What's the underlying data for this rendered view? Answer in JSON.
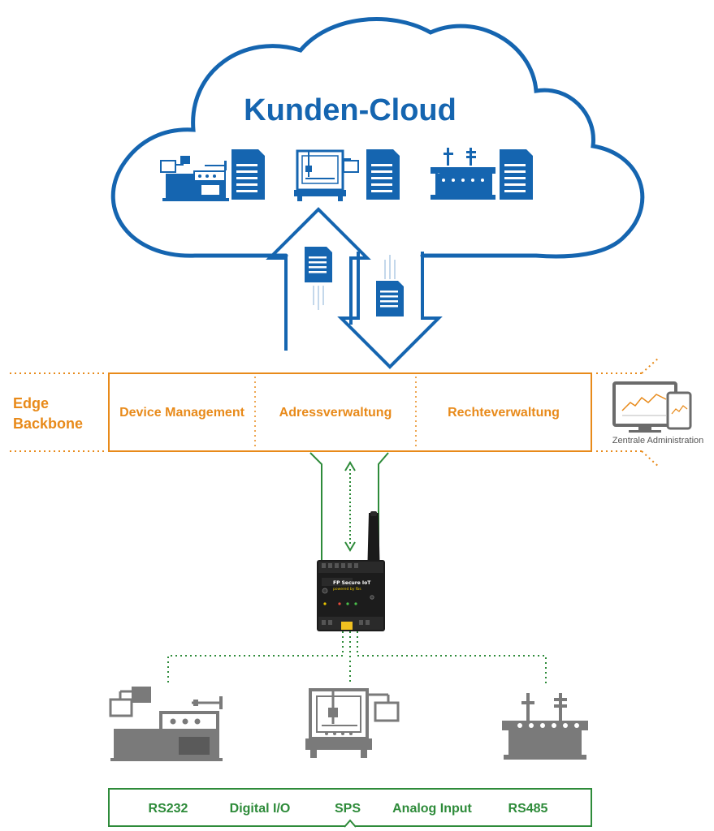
{
  "cloud": {
    "title": "Kunden-Cloud"
  },
  "edge": {
    "label_line1": "Edge",
    "label_line2": "Backbone",
    "sections": [
      "Device Management",
      "Adressverwaltung",
      "Rechteverwaltung"
    ]
  },
  "admin": {
    "label": "Zentrale Administration"
  },
  "gateway": {
    "brand": "FP Secure IoT",
    "subtitle": "powered by fbs"
  },
  "protocols": [
    "RS232",
    "Digital I/O",
    "SPS",
    "Analog Input",
    "RS485"
  ],
  "colors": {
    "cloud_blue": "#1565b0",
    "edge_orange": "#e88a1a",
    "link_green": "#2e8b3a",
    "machine_grey": "#7a7a7a"
  }
}
